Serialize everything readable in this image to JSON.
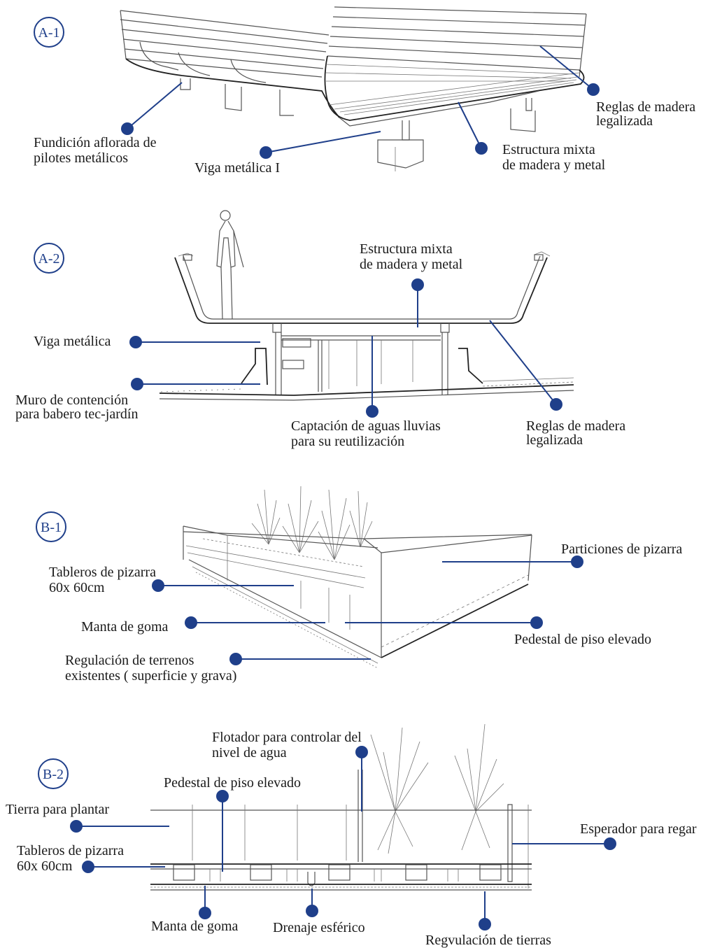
{
  "colors": {
    "accent": "#1f3f8a",
    "line": "#555555",
    "text": "#1a1a1a"
  },
  "sections": [
    {
      "id": "A-1",
      "labels": [
        {
          "key": "reglas",
          "lines": [
            "Reglas de madera",
            "legalizada"
          ]
        },
        {
          "key": "fundicion",
          "lines": [
            "Fundición aflorada de",
            "pilotes metálicos"
          ]
        },
        {
          "key": "estructura",
          "lines": [
            "Estructura mixta",
            "de madera y metal"
          ]
        },
        {
          "key": "viga",
          "lines": [
            "Viga metálica I"
          ]
        }
      ]
    },
    {
      "id": "A-2",
      "labels": [
        {
          "key": "estructura",
          "lines": [
            "Estructura mixta",
            "de madera y metal"
          ]
        },
        {
          "key": "viga",
          "lines": [
            "Viga metálica"
          ]
        },
        {
          "key": "muro",
          "lines": [
            "Muro de contención",
            "para babero tec-jardín"
          ]
        },
        {
          "key": "captacion",
          "lines": [
            "Captación de aguas lluvias",
            "para su reutilización"
          ]
        },
        {
          "key": "reglas",
          "lines": [
            "Reglas de madera",
            "legalizada"
          ]
        }
      ]
    },
    {
      "id": "B-1",
      "labels": [
        {
          "key": "particiones",
          "lines": [
            "Particiones de pizarra"
          ]
        },
        {
          "key": "tableros",
          "lines": [
            "Tableros de pizarra",
            "60x 60cm"
          ]
        },
        {
          "key": "manta",
          "lines": [
            "Manta de goma"
          ]
        },
        {
          "key": "pedestal",
          "lines": [
            "Pedestal de piso elevado"
          ]
        },
        {
          "key": "regulacion",
          "lines": [
            "Regulación de terrenos",
            "existentes ( superficie y grava)"
          ]
        }
      ]
    },
    {
      "id": "B-2",
      "labels": [
        {
          "key": "flotador",
          "lines": [
            "Flotador para controlar del",
            "nivel de agua"
          ]
        },
        {
          "key": "pedestal",
          "lines": [
            "Pedestal de piso elevado"
          ]
        },
        {
          "key": "tierra",
          "lines": [
            "Tierra para plantar"
          ]
        },
        {
          "key": "esperador",
          "lines": [
            "Esperador para regar"
          ]
        },
        {
          "key": "tableros",
          "lines": [
            "Tableros de pizarra",
            "60x 60cm"
          ]
        },
        {
          "key": "manta",
          "lines": [
            "Manta de goma"
          ]
        },
        {
          "key": "drenaje",
          "lines": [
            "Drenaje esférico"
          ]
        },
        {
          "key": "regvulacion",
          "lines": [
            "Regvulación de tierras"
          ]
        }
      ]
    }
  ]
}
